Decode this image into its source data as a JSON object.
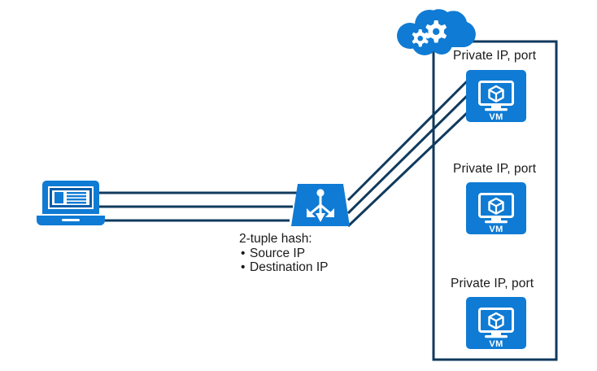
{
  "diagram": {
    "type": "azure-load-balancer-2-tuple-hash",
    "colors": {
      "azure_blue": "#0F7BD4",
      "dark_navy": "#103A5D",
      "deep_blue": "#0A5CA8",
      "white": "#FFFFFF",
      "text": "#1A1A1A"
    },
    "client": {
      "icon_name": "laptop-icon",
      "label": ""
    },
    "load_balancer": {
      "icon_name": "load-balancer-icon",
      "label": ""
    },
    "hash_note": {
      "title": "2-tuple hash:",
      "bullets": [
        "Source IP",
        "Destination IP"
      ],
      "bullet_glyph": "•"
    },
    "cloud": {
      "icon_name": "cloud-gears-icon"
    },
    "vnet": {
      "name": "virtual-network-boundary"
    },
    "backend_vms": [
      {
        "label": "Private IP, port",
        "box_label": "VM",
        "icon_name": "vm-monitor-icon"
      },
      {
        "label": "Private IP, port",
        "box_label": "VM",
        "icon_name": "vm-monitor-icon"
      },
      {
        "label": "Private IP, port",
        "box_label": "VM",
        "icon_name": "vm-monitor-icon"
      }
    ],
    "connections": {
      "client_to_lb_count": 3,
      "lb_to_vm1_count": 3
    }
  }
}
